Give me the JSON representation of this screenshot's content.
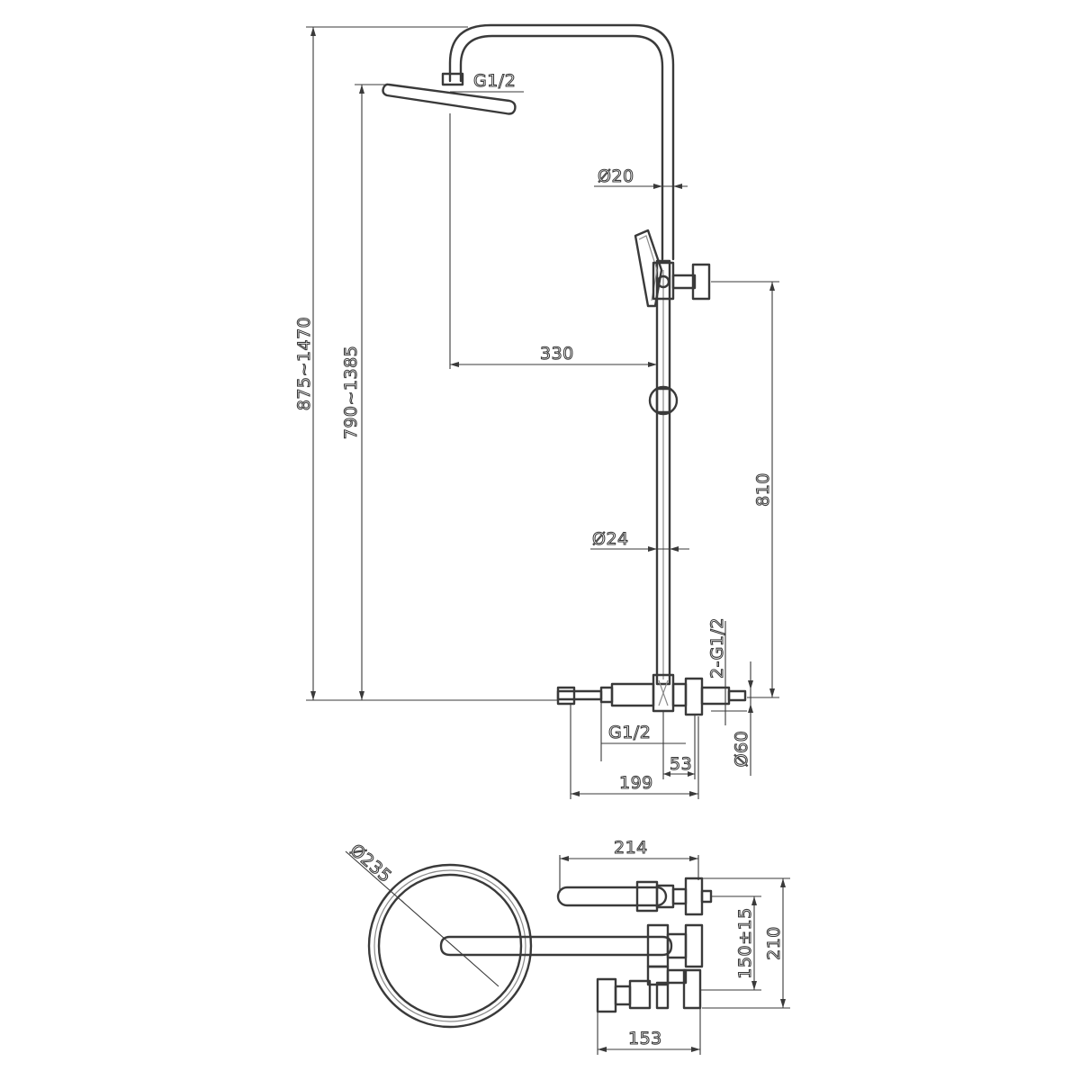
{
  "front_view": {
    "overall_height": "875~1470",
    "head_height": "790~1385",
    "arm_reach": "330",
    "head_thread": "G1/2",
    "upper_pipe_diameter": "Ø20",
    "lower_pipe_diameter": "Ø24",
    "slider_span": "810",
    "inlet_thread": "2-G1/2",
    "outlet_thread": "G1/2",
    "escutcheon_diameter": "Ø60",
    "center_offset": "53",
    "spout_projection": "199"
  },
  "top_view": {
    "head_diameter": "Ø235",
    "mixer_width": "214",
    "mixer_depth": "210",
    "inlet_spacing": "150±15",
    "spout_width": "153"
  }
}
